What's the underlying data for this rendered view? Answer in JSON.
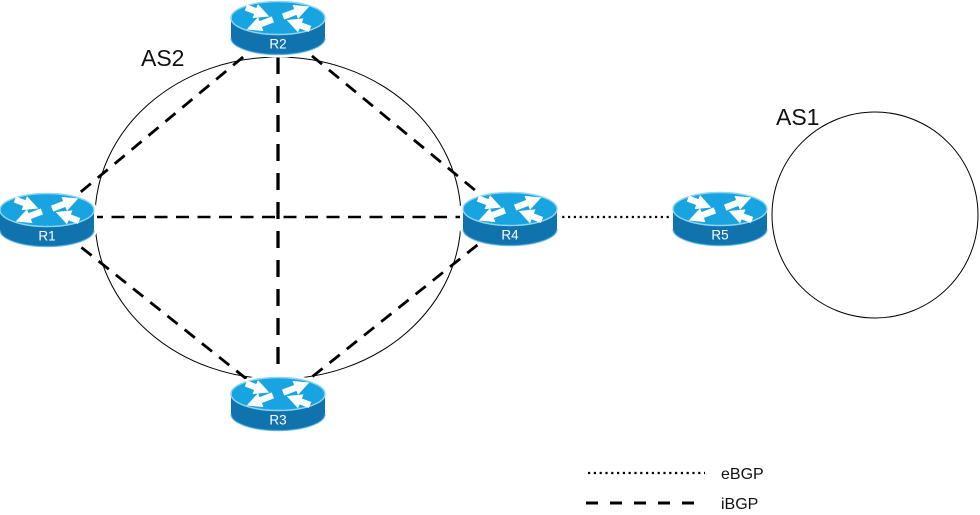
{
  "diagram_type": "bgp-network-topology",
  "as_groups": {
    "as2": {
      "label": "AS2"
    },
    "as1": {
      "label": "AS1"
    }
  },
  "routers": {
    "r1": {
      "label": "R1"
    },
    "r2": {
      "label": "R2"
    },
    "r3": {
      "label": "R3"
    },
    "r4": {
      "label": "R4"
    },
    "r5": {
      "label": "R5"
    }
  },
  "links": [
    {
      "from": "R1",
      "to": "R2",
      "type": "iBGP"
    },
    {
      "from": "R1",
      "to": "R3",
      "type": "iBGP"
    },
    {
      "from": "R1",
      "to": "R4",
      "type": "iBGP"
    },
    {
      "from": "R2",
      "to": "R3",
      "type": "iBGP"
    },
    {
      "from": "R2",
      "to": "R4",
      "type": "iBGP"
    },
    {
      "from": "R3",
      "to": "R4",
      "type": "iBGP"
    },
    {
      "from": "R4",
      "to": "R5",
      "type": "eBGP"
    }
  ],
  "legend": {
    "ebgp": {
      "label": "eBGP",
      "line_style": "dotted"
    },
    "ibgp": {
      "label": "iBGP",
      "line_style": "dashed"
    }
  },
  "colors": {
    "router_top": "#18A4E0",
    "router_body": "#1173AE",
    "router_rim": "#8FD6F2",
    "line": "#000000",
    "background": "#FFFFFF"
  }
}
